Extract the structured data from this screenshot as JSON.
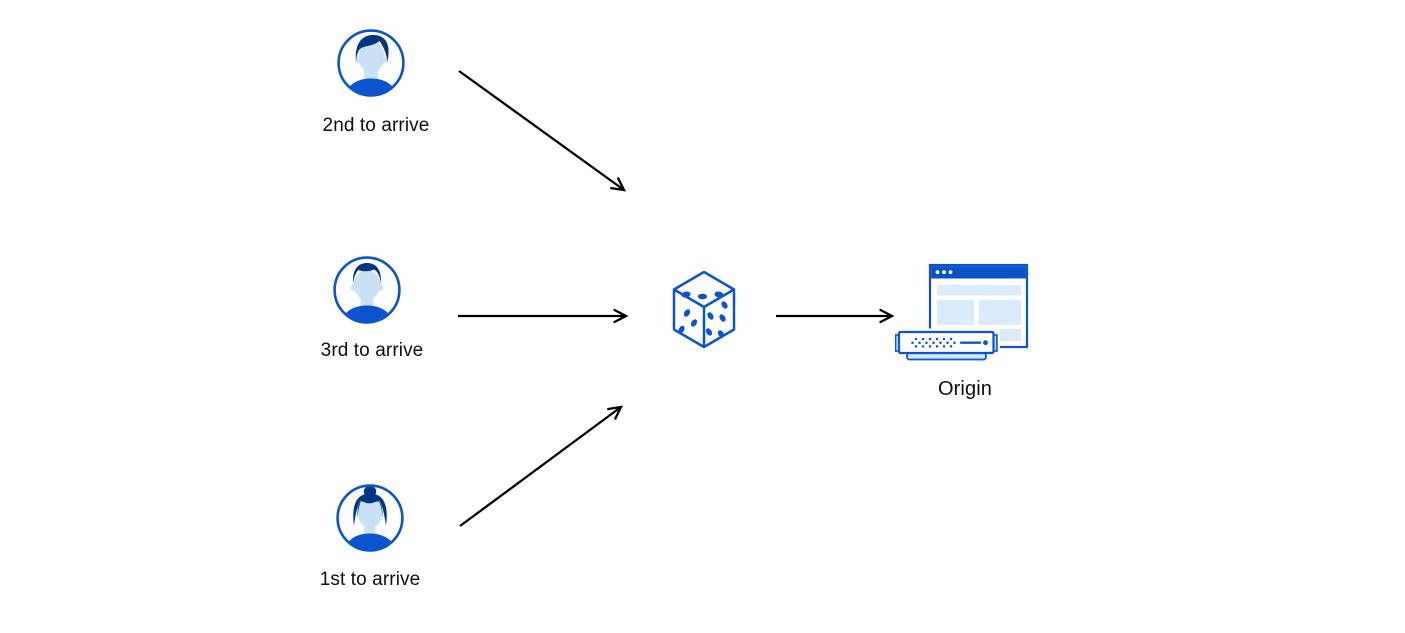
{
  "colors": {
    "primary_blue": "#0b54cd",
    "dark_navy": "#003681",
    "light_blue_skin": "#c9e2f5",
    "panel_blue": "#d9ebfa",
    "pale_blue": "#cde6f8",
    "arrow_black": "#000000",
    "background": "#ffffff"
  },
  "diagram": {
    "users": [
      {
        "id": "user-2nd",
        "label": "2nd to arrive",
        "icon": "user-male-avatar-icon"
      },
      {
        "id": "user-3rd",
        "label": "3rd to arrive",
        "icon": "user-male-avatar-icon"
      },
      {
        "id": "user-1st",
        "label": "1st to arrive",
        "icon": "user-female-avatar-icon"
      }
    ],
    "randomizer": {
      "id": "dice",
      "icon": "dice-icon"
    },
    "origin": {
      "id": "origin",
      "label": "Origin",
      "icon": "origin-server-browser-icon"
    },
    "edges": [
      {
        "from": "user-2nd",
        "to": "dice"
      },
      {
        "from": "user-3rd",
        "to": "dice"
      },
      {
        "from": "user-1st",
        "to": "dice"
      },
      {
        "from": "dice",
        "to": "origin"
      }
    ]
  }
}
